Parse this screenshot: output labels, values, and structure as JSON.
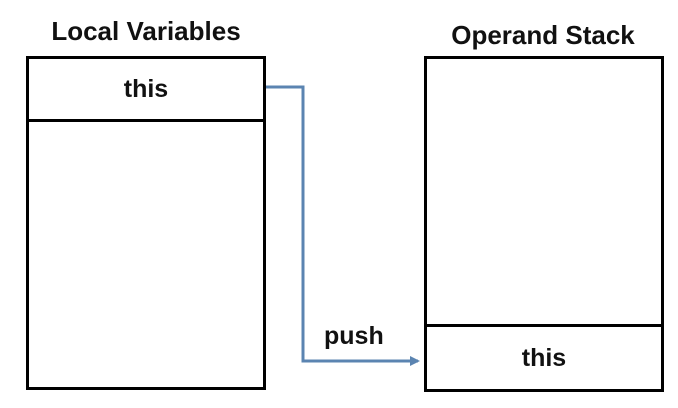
{
  "local_variables": {
    "title": "Local Variables",
    "slots": [
      "this"
    ]
  },
  "operand_stack": {
    "title": "Operand Stack",
    "top_value": "this"
  },
  "arrow": {
    "label": "push",
    "color": "#5b84b1"
  }
}
